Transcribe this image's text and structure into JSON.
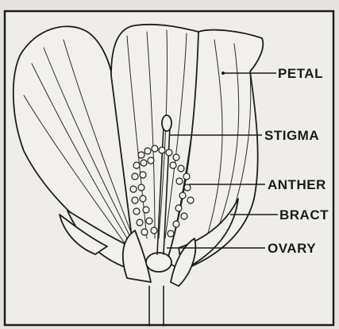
{
  "labels": {
    "petal": "PETAL",
    "stigma": "STIGMA",
    "anther": "ANTHER",
    "bract": "BRACT",
    "ovary": "OVARY"
  },
  "colors": {
    "ink": "#1e1e1e",
    "paper": "#e6e4e0"
  }
}
